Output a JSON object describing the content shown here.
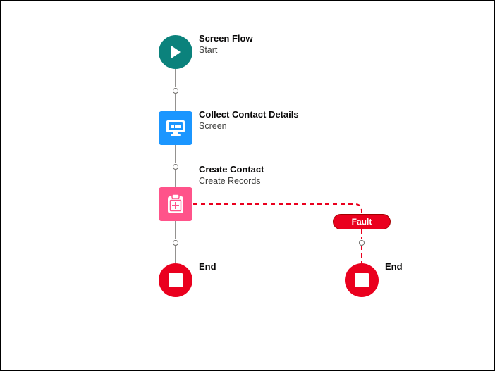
{
  "colors": {
    "start": "#0b827c",
    "screen": "#1b96ff",
    "create_records": "#ff538a",
    "end": "#ea001e",
    "fault": "#ea001e",
    "connector": "#706e6b"
  },
  "nodes": {
    "start": {
      "title": "Screen Flow",
      "subtitle": "Start",
      "icon": "play-icon"
    },
    "screen": {
      "title": "Collect Contact Details",
      "subtitle": "Screen",
      "icon": "screen-icon"
    },
    "create": {
      "title": "Create Contact",
      "subtitle": "Create Records",
      "icon": "create-record-icon"
    },
    "end_main": {
      "title": "End",
      "icon": "stop-icon"
    },
    "end_fault": {
      "title": "End",
      "icon": "stop-icon"
    }
  },
  "fault": {
    "label": "Fault"
  }
}
